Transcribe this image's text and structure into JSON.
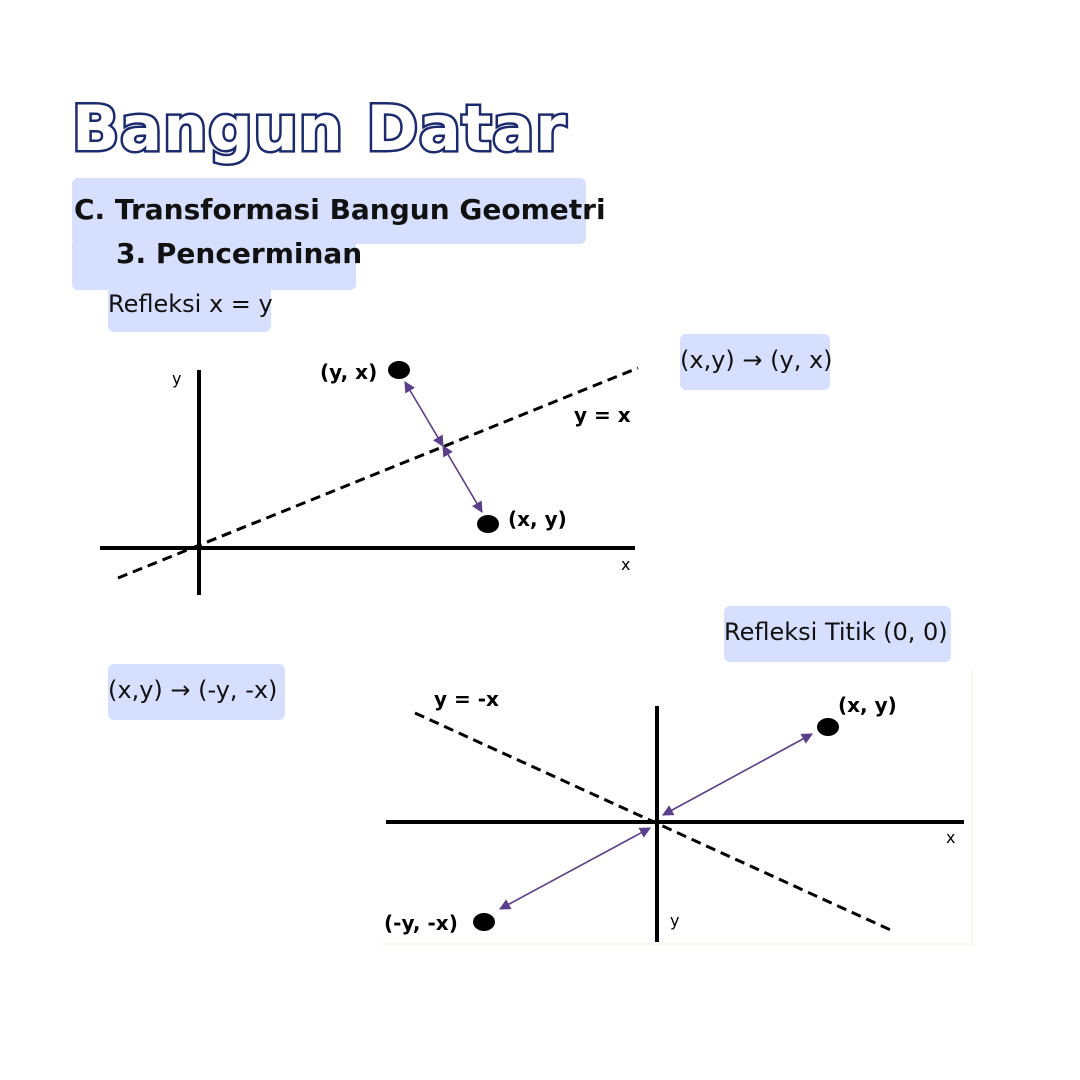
{
  "title": "Bangun Datar",
  "section": "C. Transformasi Bangun Geometri",
  "subsection": "3. Pencerminan",
  "reflection_xy": {
    "heading": "Refleksi x = y",
    "rule": "(x,y) → (y, x)",
    "diagram": {
      "axis_x_label": "x",
      "axis_y_label": "y",
      "line_label": "y = x",
      "point_original": "(x, y)",
      "point_image": "(y, x)"
    }
  },
  "reflection_origin": {
    "heading": "Refleksi Titik (0, 0)",
    "rule": "(x,y) → (-y, -x)",
    "diagram": {
      "axis_x_label": "x",
      "axis_y_label": "y",
      "line_label": "y = -x",
      "point_original": "(x, y)",
      "point_image": "(-y, -x)"
    }
  },
  "colors": {
    "highlight": "#d6dffe",
    "title_outline": "#1c2b6e",
    "arrow": "#5a3f8a"
  }
}
